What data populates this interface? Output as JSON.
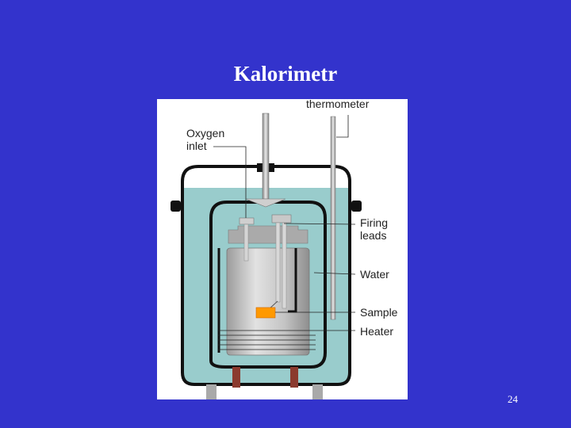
{
  "slide": {
    "title": "Kalorimetr",
    "page_number": "24"
  },
  "diagram": {
    "labels": {
      "thermometer": "thermometer",
      "oxygen_inlet_line1": "Oxygen",
      "oxygen_inlet_line2": "inlet",
      "firing_leads_line1": "Firing",
      "firing_leads_line2": "leads",
      "water": "Water",
      "sample": "Sample",
      "heater": "Heater"
    },
    "colors": {
      "background": "#3333cc",
      "panel": "#ffffff",
      "water": "#99cccc",
      "steel": "#b8b8b8",
      "sample": "#ff9900",
      "outline": "#111111",
      "feet": "#8b3a2e"
    }
  }
}
